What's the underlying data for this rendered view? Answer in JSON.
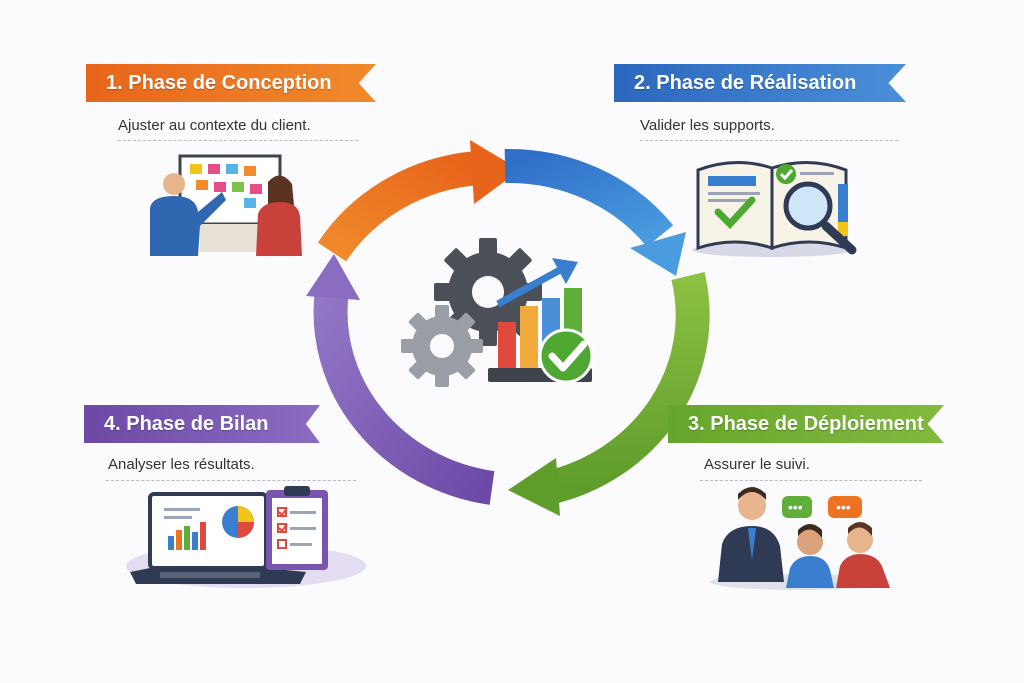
{
  "colors": {
    "phase1": "#ee7320",
    "phase2": "#3a7fcf",
    "phase3": "#72ad32",
    "phase4": "#7a55ae"
  },
  "phases": [
    {
      "title": "1. Phase de Conception",
      "description": "Ajuster au contexte du client.",
      "icon": "team-planning-board-icon"
    },
    {
      "title": "2. Phase de Réalisation",
      "description": "Valider les supports.",
      "icon": "book-magnifier-check-icon"
    },
    {
      "title": "3. Phase de Déploiement",
      "description": "Assurer le suivi.",
      "icon": "people-discussion-icon"
    },
    {
      "title": "4. Phase de Bilan",
      "description": "Analyser les résultats.",
      "icon": "laptop-report-clipboard-icon"
    }
  ],
  "center_icon": "gears-chart-check-icon"
}
